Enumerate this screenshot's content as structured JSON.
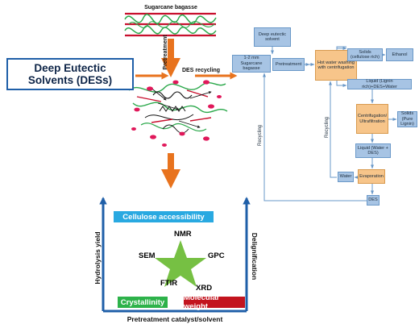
{
  "left": {
    "bagasse_label": "Sugarcane bagasse",
    "pretreatment_label": "Pretreatment",
    "des_recycling_label": "DES recycling",
    "des_title_line1": "Deep Eutectic",
    "des_title_line2": "Solvents (DESs)"
  },
  "properties": {
    "cellulose": "Cellulose accessibility",
    "nmr": "NMR",
    "sem": "SEM",
    "gpc": "GPC",
    "ftir": "FTIR",
    "xrd": "XRD",
    "crystallinity": "Crystallinity",
    "molecular_weight": "Molecular weight",
    "hydrolysis_yield": "Hydrolysis yield",
    "delignification": "Delignification",
    "bottom_axis": "Pretreatment catalyst/solvent",
    "colors": {
      "cellulose": "#29a9e1",
      "crystallinity": "#2db24a",
      "molecular_weight": "#c3141e",
      "star": "#76c043",
      "arrow": "#1f5fa8"
    }
  },
  "flowchart": {
    "des_solvent": "Deep eutectic solvent",
    "bagasse_feed": "1-2 mm Sugarcane bagasse",
    "pretreatment": "Pretreatment",
    "hot_water": "Hot water washing with centrifugation",
    "solids_cellulose": "Solids (cellulose rich)",
    "ethanol": "Ethanol",
    "liquid_lignin": "Liquid (Lignin rich)+DES+Water",
    "centrifugation": "Centrifugation/ Ultrafiltration",
    "solids_lignin": "Solids (Pure Lignin)",
    "liquid_water_des": "Liquid (Water + DES)",
    "evaporation": "Evaporation",
    "water": "Water",
    "des": "DES",
    "recycling_left": "Recycling",
    "recycling_mid": "Recycling",
    "colors": {
      "box": "#a7c4e4",
      "box_orange": "#f7c58a",
      "line": "#6a98c8"
    }
  }
}
